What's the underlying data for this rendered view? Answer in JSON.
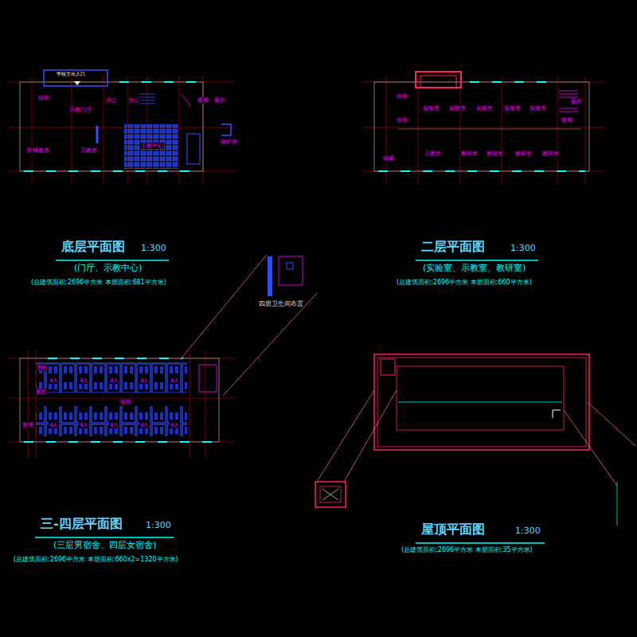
{
  "diagram": {
    "labels": [
      "底层平面图",
      "1:300",
      "(门厅、示教中心)",
      "(总建筑面积:2696平方米 本层面积:681平方米)",
      "二层平面图",
      "1:300",
      "(实验室、示教室、教研室)",
      "(总建筑面积:2696平方米 本层面积:660平方米)",
      "三-四层平面图",
      "1:300",
      "(三层男宿舍、四层女宿舍)",
      "(总建筑面积:2696平方米 本层面积:660x2=1320平方米)",
      "屋顶平面图",
      "1:300",
      "(总建筑面积:2696平方米 本层面积:35平方米)",
      "四层卫生间布置",
      "学校主出入口",
      "值班",
      "示教门厅",
      "办公",
      "办公",
      "楼梯",
      "厕所",
      "阶梯教室",
      "示教室",
      "示教中心",
      "锅炉房",
      "值班",
      "值班",
      "实验室",
      "实验室",
      "实验室",
      "实验室",
      "实验室",
      "厕所",
      "楼梯",
      "储藏",
      "示教室",
      "教研室",
      "教研室",
      "教研室",
      "教研室",
      "活动",
      "厕所",
      "管理",
      "4人",
      "4人",
      "4人",
      "4人",
      "4人",
      "4人",
      "4人",
      "4人",
      "4人",
      "4人",
      "值班"
    ]
  }
}
